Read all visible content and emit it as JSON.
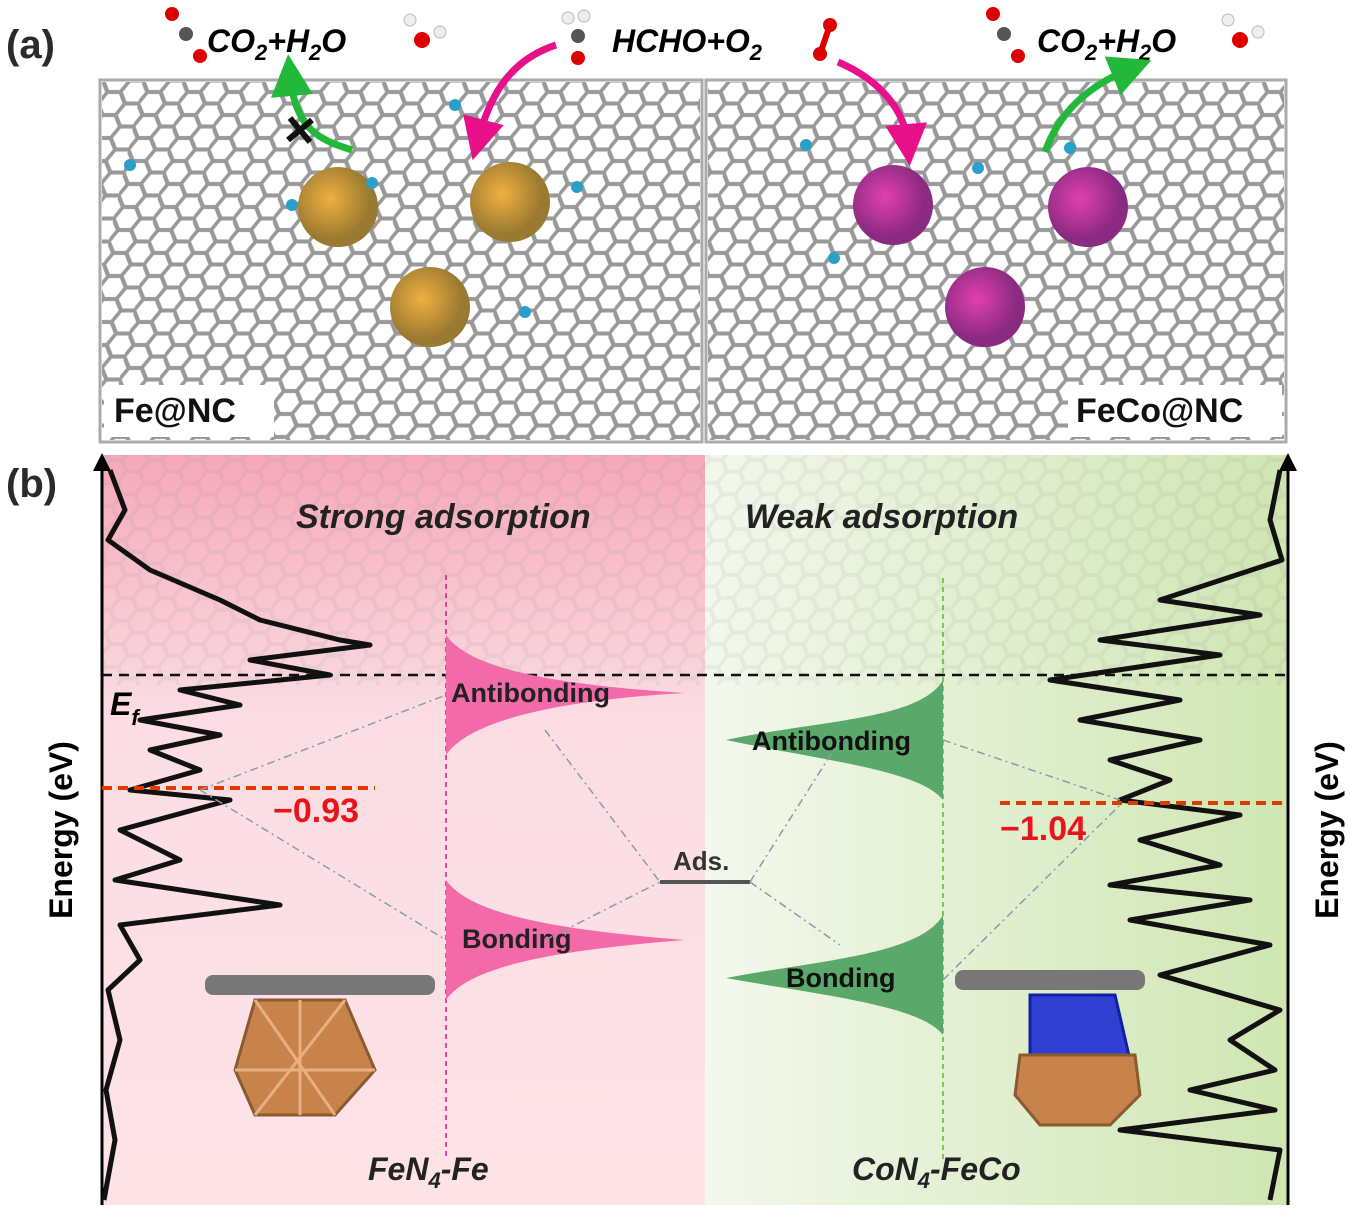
{
  "panel_a": {
    "label": "(a)",
    "left_product": {
      "co": "CO",
      "sub1": "2",
      "plus": "+H",
      "sub2": "2",
      "o": "O"
    },
    "reactant": {
      "main": "HCHO+O",
      "sub": "2"
    },
    "right_product": {
      "co": "CO",
      "sub1": "2",
      "plus": "+H",
      "sub2": "2",
      "o": "O"
    },
    "left_catalyst": "Fe@NC",
    "right_catalyst": "FeCo@NC"
  },
  "panel_b": {
    "label": "(b)",
    "left_title": "Strong adsorption",
    "right_title": "Weak adsorption",
    "fermi_label": {
      "e": "E",
      "sub": "f"
    },
    "left_dband_center": "−0.93",
    "right_dband_center": "−1.04",
    "left_antibonding": "Antibonding",
    "left_bonding": "Bonding",
    "right_antibonding": "Antibonding",
    "right_bonding": "Bonding",
    "ads_label": "Ads.",
    "left_site": {
      "a": "FeN",
      "sub": "4",
      "b": "-Fe"
    },
    "right_site": {
      "a": "CoN",
      "sub": "4",
      "b": "-FeCo"
    },
    "y_axis_label": "Energy (eV)"
  },
  "colors": {
    "pink": "#e8108a",
    "green": "#22b83a",
    "red_dash": "#e03a00",
    "red_text": "#e8141c",
    "left_bg": "#fbdde3",
    "right_bg": "#e6f2d8"
  }
}
